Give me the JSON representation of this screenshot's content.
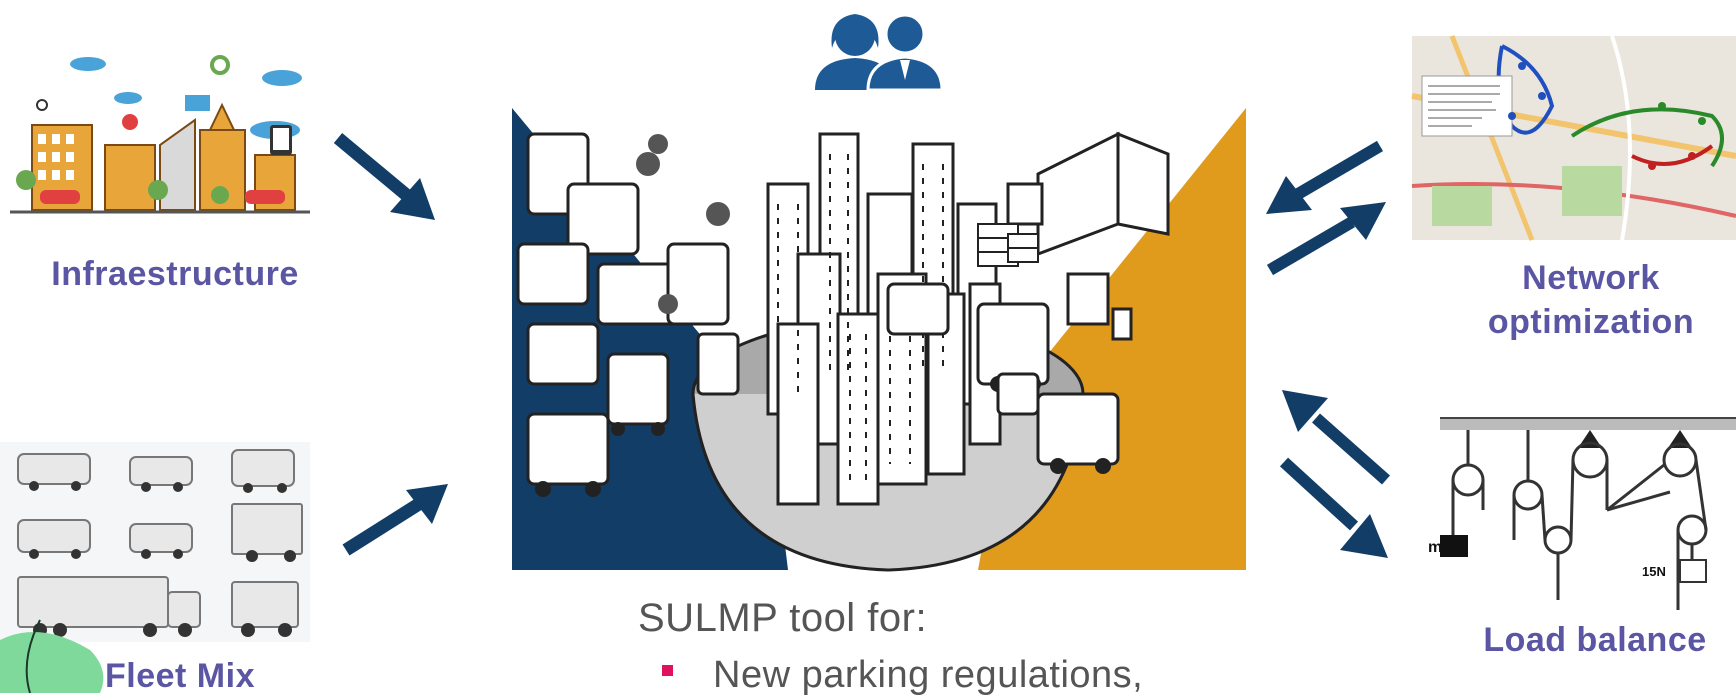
{
  "labels": {
    "infrastructure": "Infraestructure",
    "network_line1": "Network",
    "network_line2": "optimization",
    "fleet_mix": "Fleet Mix",
    "load_balance": "Load balance"
  },
  "center": {
    "title": "SULMP tool for:",
    "bullet_1": "New parking regulations,"
  },
  "colors": {
    "label": "#5b56a3",
    "arrow": "#123d66",
    "left_panel": "#123d66",
    "right_panel": "#e09a1c",
    "people": "#1e5b96",
    "bullet": "#e0115f"
  },
  "icons": [
    "people-icon",
    "infrastructure-illustration",
    "fleet-mix-illustration",
    "network-map-image",
    "pulley-diagram",
    "city-illustration"
  ]
}
